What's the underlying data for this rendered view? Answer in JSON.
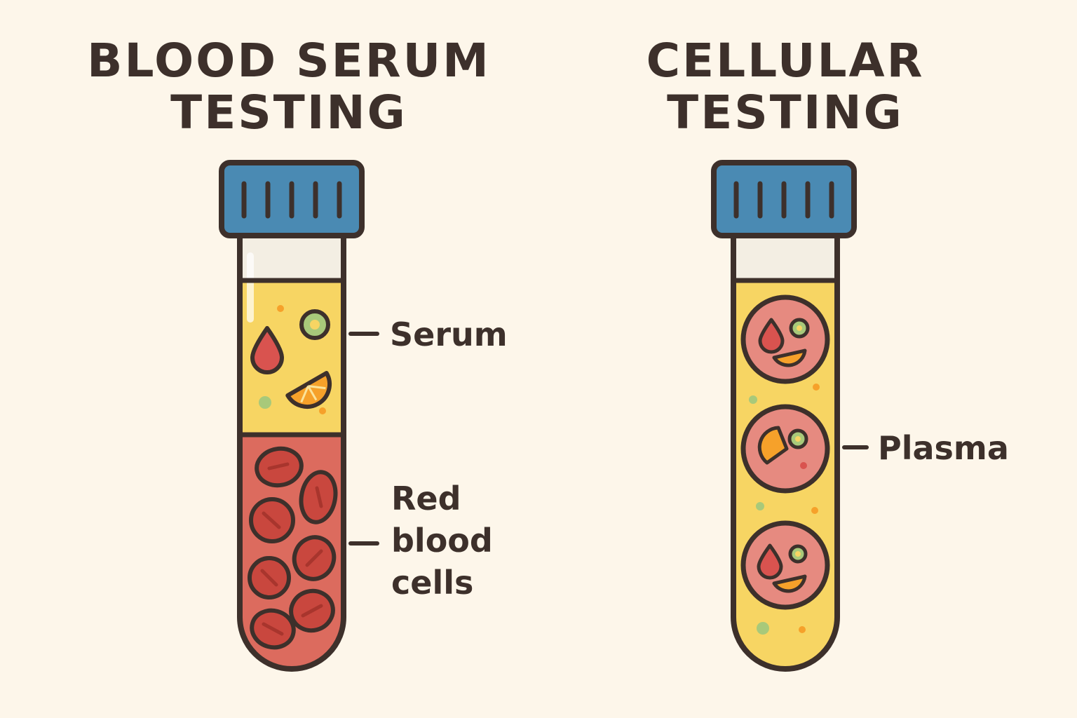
{
  "titles": {
    "left": {
      "line1": "BLOOD SERUM",
      "line2": "TESTING"
    },
    "right": {
      "line1": "CELLULAR",
      "line2": "TESTING"
    }
  },
  "labels": {
    "serum": "Serum",
    "red_blood_cells": {
      "line1": "Red",
      "line2": "blood",
      "line3": "cells"
    },
    "plasma": "Plasma"
  },
  "colors": {
    "background": "#fdf6ea",
    "outline": "#3d302b",
    "cap": "#4a8ab3",
    "serum": "#f7d563",
    "red_cells": "#dc6b5e",
    "cell_body": "#e68a80",
    "drop": "#d9534f",
    "orange": "#f6a12a",
    "green": "#a8c97a"
  },
  "icons": [
    "test-tube-icon",
    "cap-icon",
    "red-blood-cell-icon",
    "droplet-icon",
    "orange-slice-icon",
    "green-cell-icon",
    "cell-icon"
  ]
}
